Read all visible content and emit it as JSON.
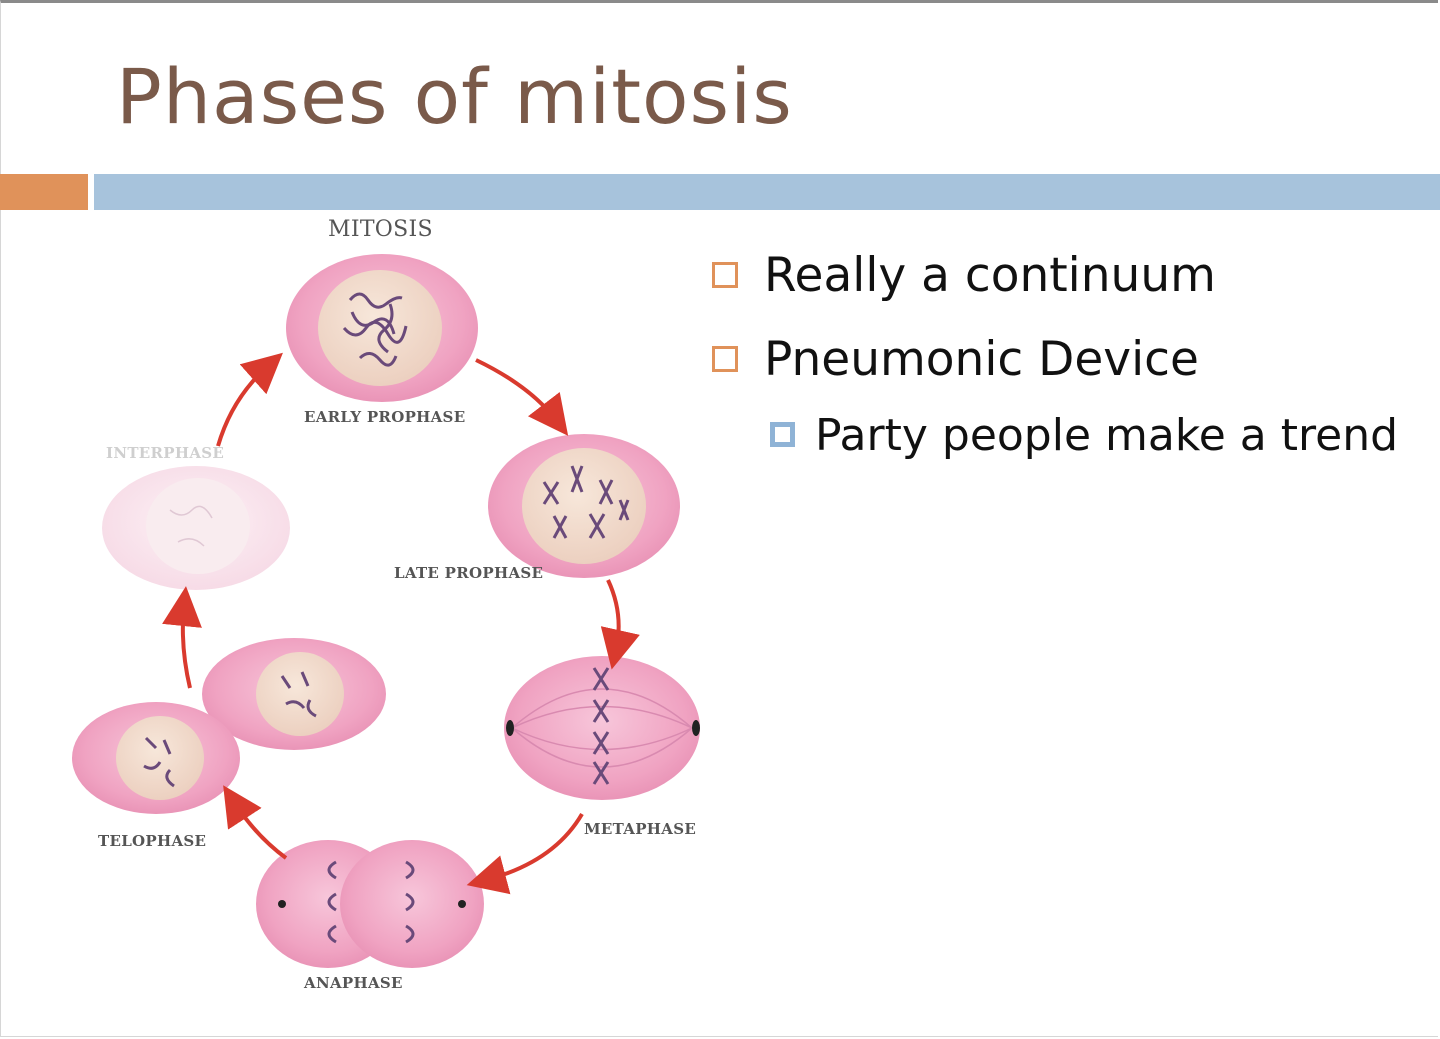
{
  "slide": {
    "title": "Phases of mitosis",
    "accent_orange": "#e0925a",
    "accent_blue": "#a7c3dc",
    "title_color": "#7a5a4a"
  },
  "bullets": [
    {
      "text": "Really a continuum",
      "level": 1
    },
    {
      "text": "Pneumonic Device",
      "level": 1
    },
    {
      "text": "Party people make a trend",
      "level": 2
    }
  ],
  "diagram": {
    "heading": "MITOSIS",
    "labels": {
      "early_prophase": "EARLY PROPHASE",
      "late_prophase": "LATE PROPHASE",
      "metaphase": "METAPHASE",
      "anaphase": "ANAPHASE",
      "telophase": "TELOPHASE",
      "interphase": "INTERPHASE"
    },
    "arrow_color": "#d93a2e",
    "cell_color": "#f2a6c6",
    "nucleus_color": "#f2dccc",
    "chromosome_color": "#5a3a6a"
  }
}
